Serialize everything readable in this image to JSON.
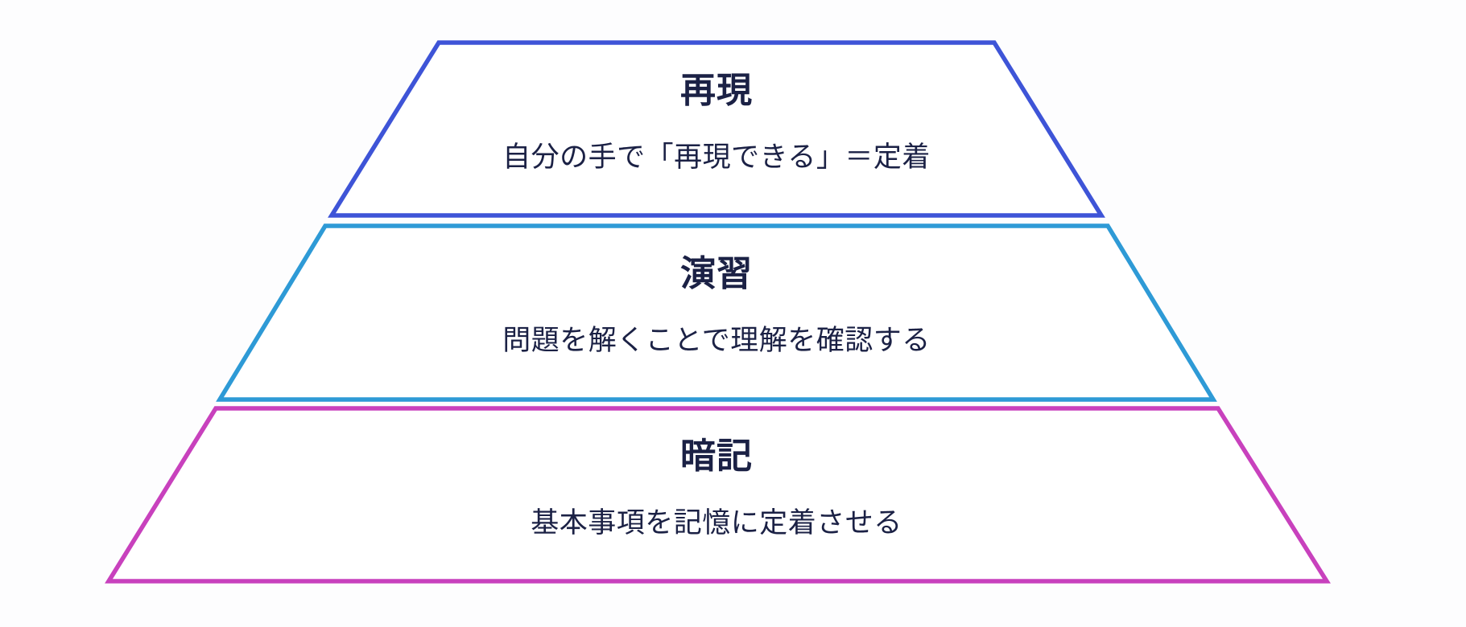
{
  "diagram": {
    "kind": "pyramid",
    "levels_count": 3,
    "text_color": "#1b2145",
    "background_color": "#fdfdfe",
    "layers": [
      {
        "position": "top",
        "title": "再現",
        "subtitle": "自分の手で「再現できる」＝定着",
        "border_color": "#3e54d7"
      },
      {
        "position": "middle",
        "title": "演習",
        "subtitle": "問題を解くことで理解を確認する",
        "border_color": "#2e9ad6"
      },
      {
        "position": "bottom",
        "title": "暗記",
        "subtitle": "基本事項を記憶に定着させる",
        "border_color": "#c841bd"
      }
    ]
  }
}
